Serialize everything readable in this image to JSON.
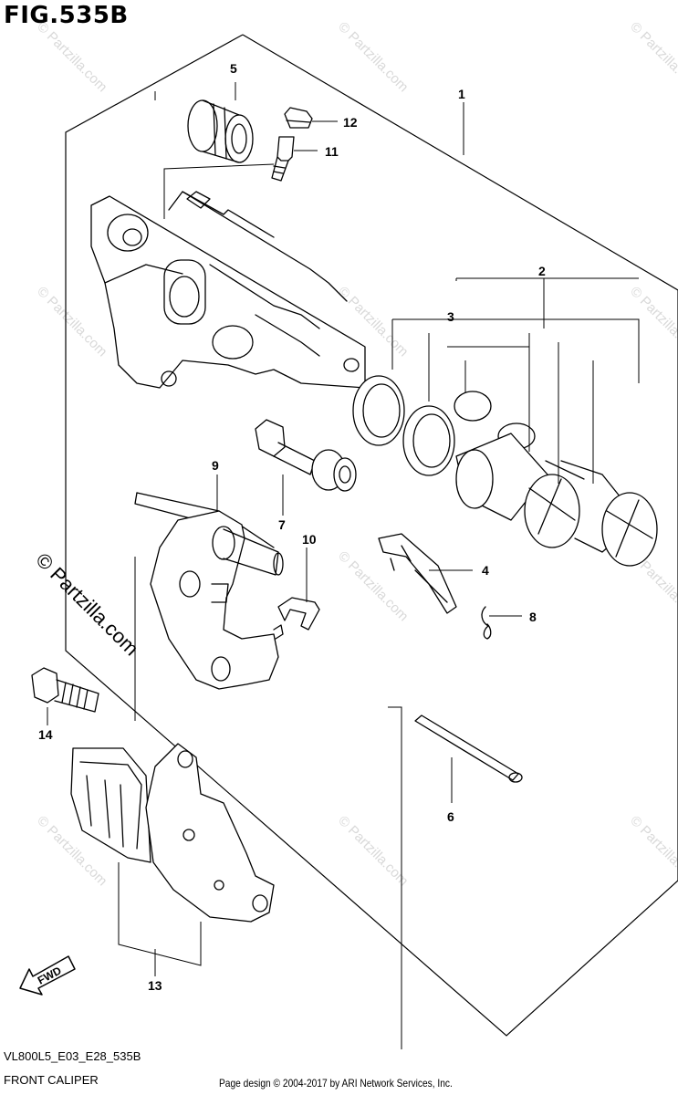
{
  "figure": {
    "title": "FIG.535B",
    "model_code": "VL800L5_E03_E28_535B",
    "assembly_name": "FRONT CALIPER",
    "copyright": "Page design © 2004-2017 by ARI Network Services, Inc.",
    "direction_label": "FWD"
  },
  "watermark": {
    "small_text": "© Partzilla.com",
    "large_text": "© Partzilla.com"
  },
  "callouts": [
    {
      "id": "c1",
      "number": "1",
      "part": "caliper-assembly"
    },
    {
      "id": "c2",
      "number": "2",
      "part": "piston-set"
    },
    {
      "id": "c3",
      "number": "3",
      "part": "seal-set"
    },
    {
      "id": "c4",
      "number": "4",
      "part": "pad-spring"
    },
    {
      "id": "c5",
      "number": "5",
      "part": "boot"
    },
    {
      "id": "c6",
      "number": "6",
      "part": "pad-pin"
    },
    {
      "id": "c7",
      "number": "7",
      "part": "slide-pin-bolt"
    },
    {
      "id": "c8",
      "number": "8",
      "part": "pin-clip"
    },
    {
      "id": "c9",
      "number": "9",
      "part": "caliper-bracket"
    },
    {
      "id": "c10",
      "number": "10",
      "part": "pad-clip"
    },
    {
      "id": "c11",
      "number": "11",
      "part": "bleeder-screw"
    },
    {
      "id": "c12",
      "number": "12",
      "part": "bleeder-cap"
    },
    {
      "id": "c13",
      "number": "13",
      "part": "brake-pad-set"
    },
    {
      "id": "c14",
      "number": "14",
      "part": "mounting-bolt"
    }
  ],
  "colors": {
    "line": "#000000",
    "watermark": "#d9d9d9",
    "background": "#ffffff"
  }
}
